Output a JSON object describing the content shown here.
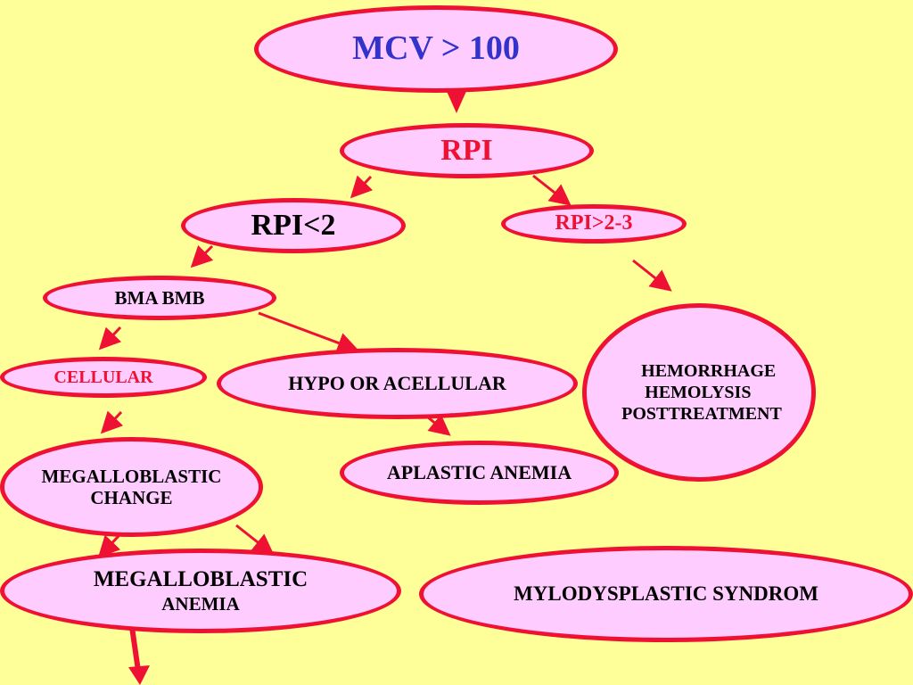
{
  "colors": {
    "background": "#FFFF99",
    "node_fill": "#FFCCFF",
    "node_border": "#EE1133",
    "arrow": "#EE1133",
    "blue_text": "#3333CC",
    "red_text": "#EE1133",
    "black_text": "#000000"
  },
  "nodes": {
    "mcv": "MCV   > 100",
    "rpi": "RPI",
    "rpi_lt2": "RPI<2",
    "rpi_gt23": "RPI>2-3",
    "bma_bmb": "BMA  BMB",
    "cellular": "CELLULAR",
    "hypo_acellular": "HYPO  OR ACELLULAR",
    "hemorrhage": "HEMORRHAGE",
    "hemolysis": "HEMOLYSIS",
    "posttreatment": "POSTTREATMENT",
    "megaloblastic_change_1": "MEGALLOBLASTIC",
    "megaloblastic_change_2": "CHANGE",
    "aplastic_anemia": "APLASTIC ANEMIA",
    "megaloblastic_anemia_1": "MEGALLOBLASTIC",
    "megaloblastic_anemia_2": "ANEMIA",
    "mylodysplastic": "MYLODYSPLASTIC SYNDROM"
  }
}
